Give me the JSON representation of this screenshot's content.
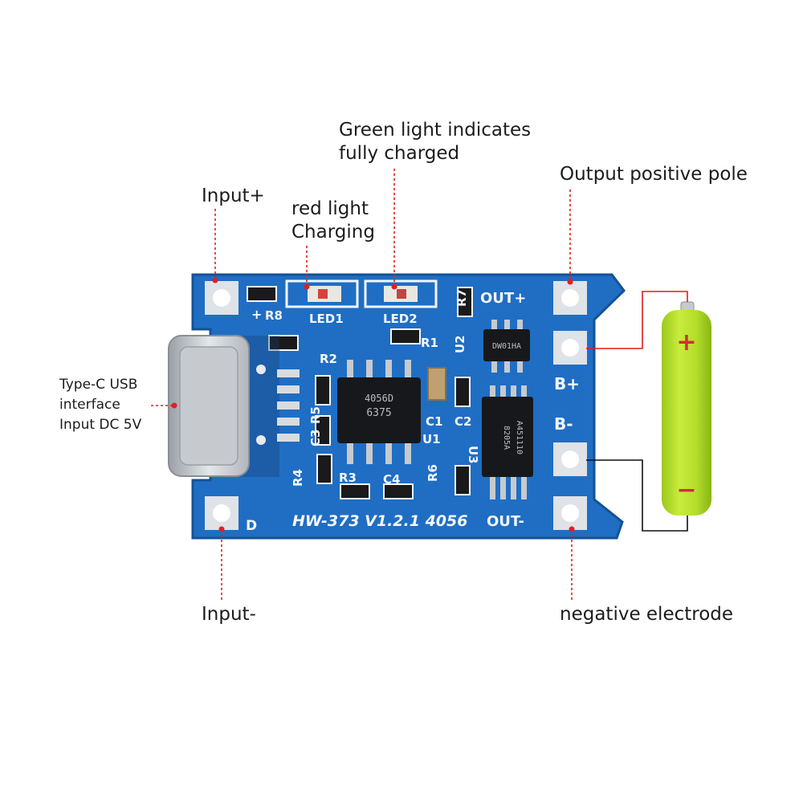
{
  "callouts": {
    "input_plus": "Input+",
    "red_light": [
      "red light",
      "Charging"
    ],
    "green_light": [
      "Green light indicates",
      "fully charged"
    ],
    "output_positive": "Output positive pole",
    "type_c": [
      "Type-C USB",
      "interface",
      "Input DC 5V"
    ],
    "input_minus": "Input-",
    "negative": "negative electrode"
  },
  "board": {
    "model": "HW-373 V1.2.1 4056",
    "out_plus": "OUT+",
    "out_minus": "OUT-",
    "b_plus": "B+",
    "b_minus": "B-",
    "plus_sign": "+",
    "d_label": "D",
    "labels": [
      "R8",
      "LED1",
      "LED2",
      "R2",
      "R1",
      "U2",
      "C1",
      "C2",
      "U1",
      "U3",
      "R3",
      "C4",
      "R6",
      "R4",
      "R5",
      "R7",
      "C3"
    ],
    "chip_u1": [
      "4056D",
      "6375"
    ],
    "chip_u2": "DW01HA",
    "chip_u3": [
      "8205A",
      "A451110"
    ]
  },
  "battery": {
    "plus": "+",
    "minus": "−"
  },
  "colors": {
    "pcb": "#1f6ec4",
    "pcb_dark": "#145296",
    "pad": "#dfe2e6",
    "chip": "#17181b",
    "lead_line": "#e02020",
    "battery_body": "#b8e02c",
    "battery_mark": "#c93232",
    "wire_pos": "#d81f1f",
    "wire_neg": "#111111"
  }
}
